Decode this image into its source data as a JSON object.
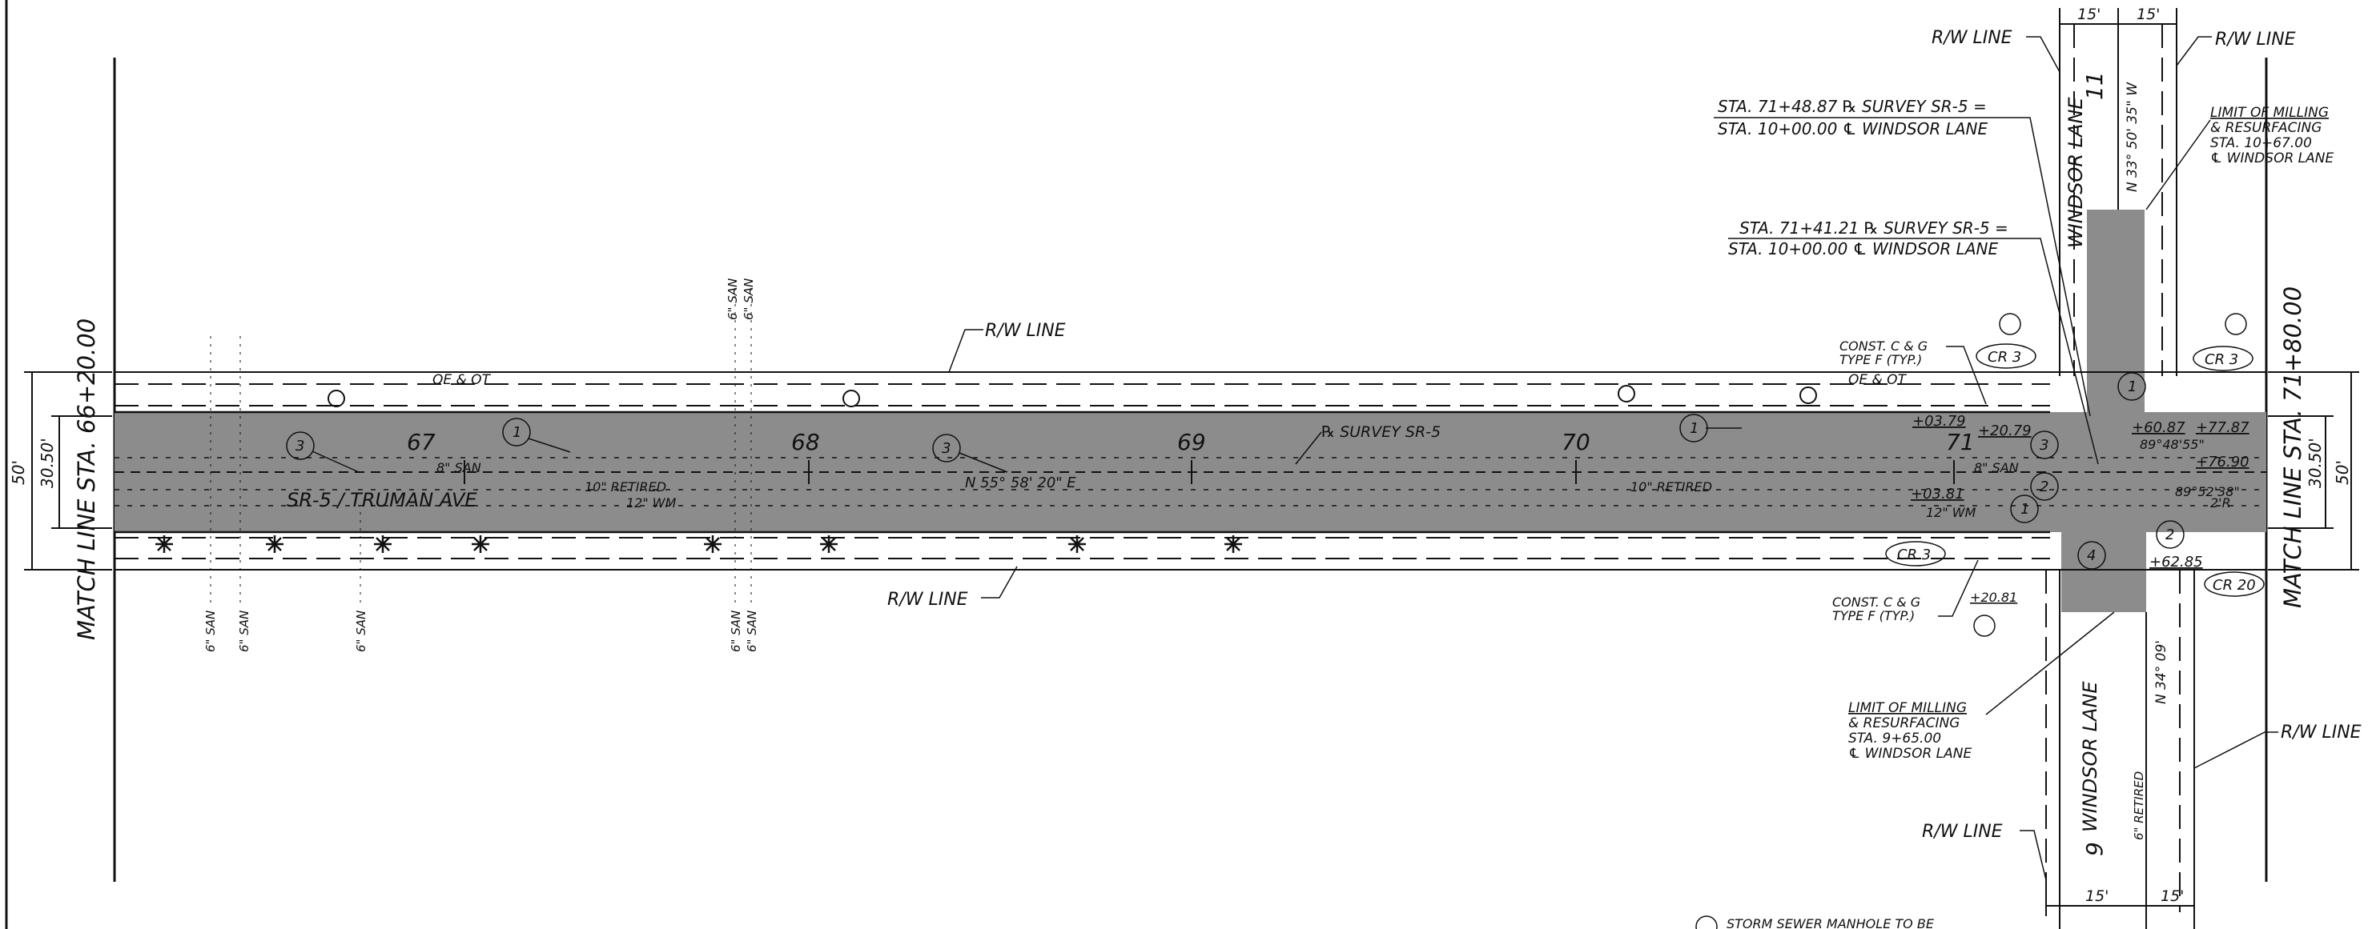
{
  "match_lines": {
    "left": "MATCH LINE STA. 66+20.00",
    "right": "MATCH LINE STA. 71+80.00"
  },
  "dimensions": {
    "total_width": "50'",
    "half_width": "30.50'",
    "lane_widths": [
      "15'",
      "15'"
    ]
  },
  "rw_line": "R/W LINE",
  "stations": [
    "67",
    "68",
    "69",
    "70",
    "71"
  ],
  "station_bottom": "9",
  "station_top": "11",
  "street": {
    "main": "SR-5 / TRUMAN AVE",
    "cross_top": "WINDSOR LANE",
    "cross_bottom": "WINDSOR LANE"
  },
  "bearings": {
    "main": "N 55° 58' 20\" E",
    "cross_top": "N 33° 50' 35\" W",
    "cross_bottom": "N 34° 09'"
  },
  "survey_label": "℞ SURVEY SR-5",
  "utilities": {
    "san8": "8\" SAN",
    "retired10": "10\" RETIRED",
    "wm12": "12\" WM",
    "san6": "6\" SAN",
    "oe": "OE & OT",
    "retired6": "6\" RETIRED"
  },
  "callouts": {
    "sta_a_line1": "STA. 71+48.87 ℞ SURVEY SR-5 =",
    "sta_a_line2": "STA. 10+00.00 ℄ WINDSOR LANE",
    "sta_b_line1": "STA. 71+41.21 ℞ SURVEY SR-5 =",
    "sta_b_line2": "STA. 10+00.00 ℄ WINDSOR LANE",
    "limit_top": [
      "LIMIT OF MILLING",
      "& RESURFACING",
      "STA. 10+67.00",
      "℄ WINDSOR LANE"
    ],
    "limit_bottom": [
      "LIMIT OF MILLING",
      "& RESURFACING",
      "STA. 9+65.00",
      "℄ WINDSOR LANE"
    ],
    "const_top": [
      "CONST. C & G",
      "TYPE F (TYP.)"
    ],
    "const_bottom": [
      "CONST. C & G",
      "TYPE F (TYP.)"
    ]
  },
  "curb_ramps": [
    "CR 3",
    "CR 3",
    "CR 3",
    "CR 20"
  ],
  "offsets": [
    "+03.79",
    "+20.79",
    "+03.81",
    "+60.87",
    "+77.87",
    "+76.90",
    "+62.85",
    "+20.81"
  ],
  "angles": [
    "89°48'55\"",
    "89°52'38\"",
    "2'R"
  ],
  "circle_numbers": [
    "3",
    "1",
    "3",
    "1",
    "1",
    "3",
    "2",
    "1",
    "4",
    "2"
  ],
  "legend_text": "STORM SEWER MANHOLE TO BE"
}
